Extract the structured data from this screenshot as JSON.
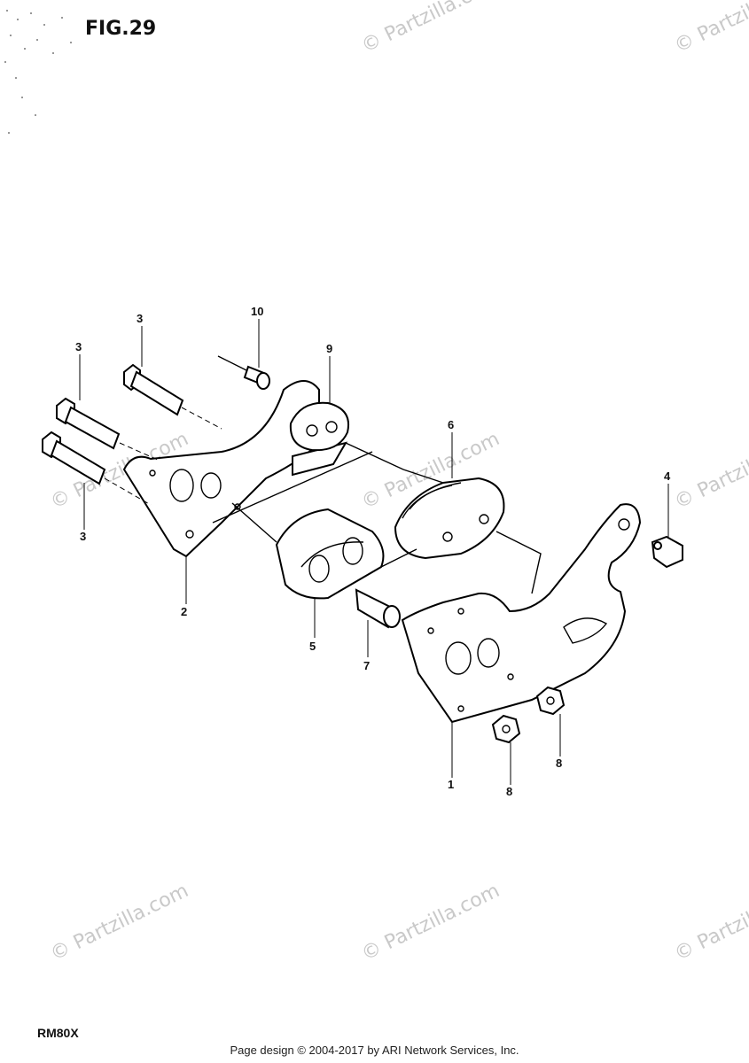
{
  "figure": {
    "title": "FIG.29"
  },
  "model": {
    "code": "RM80X"
  },
  "footer": {
    "text": "Page design © 2004-2017 by ARI Network Services, Inc."
  },
  "watermark": {
    "text": "© Partzilla.com",
    "color": "#c9c9c9"
  },
  "callouts": {
    "p1": "1",
    "p2": "2",
    "p3a": "3",
    "p3b": "3",
    "p3c": "3",
    "p4": "4",
    "p5": "5",
    "p6": "6",
    "p7": "7",
    "p8a": "8",
    "p8b": "8",
    "p9": "9",
    "p10": "10"
  }
}
